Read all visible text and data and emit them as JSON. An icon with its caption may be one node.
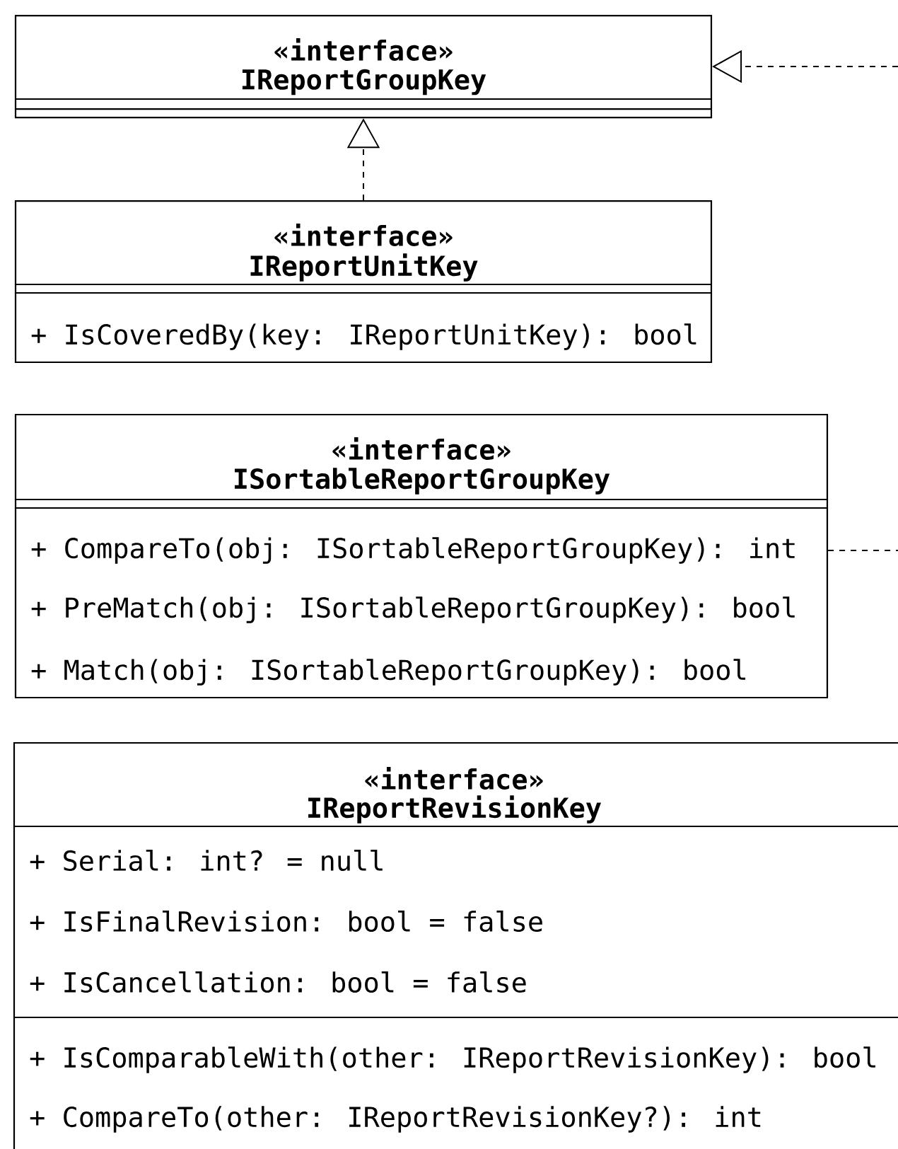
{
  "diagram": {
    "nodes": [
      {
        "text": [
          "«interface»",
          "IReportGroupKey"
        ]
      },
      {
        "text": [
          "«interface»",
          "IReportUnitKey",
          "+ IsCoveredBy(key: IReportUnitKey): bool"
        ]
      },
      {
        "text": [
          "«interface»",
          "ISortableReportGroupKey",
          "+ CompareTo(obj: ISortableReportGroupKey): int",
          "+ PreMatch(obj: ISortableReportGroupKey): bool",
          "+ Match(obj: ISortableReportGroupKey): bool"
        ]
      },
      {
        "text": [
          "«interface»",
          "IReportRevisionKey",
          "+ Serial: int? = null",
          "+ IsFinalRevision: bool = false",
          "+ IsCancellation: bool = false",
          "+ IsComparableWith(other: IReportRevisionKey): bool",
          "+ CompareTo(other: IReportRevisionKey?): int"
        ]
      }
    ],
    "edges": [
      {
        "from": 1,
        "to": 0,
        "arrow": "to",
        "style": "dashed"
      },
      {
        "from": null,
        "to": 0,
        "arrow": "to",
        "style": "dashed"
      },
      {
        "from": 2,
        "to": null,
        "arrow": "none",
        "style": "dashed"
      }
    ]
  }
}
